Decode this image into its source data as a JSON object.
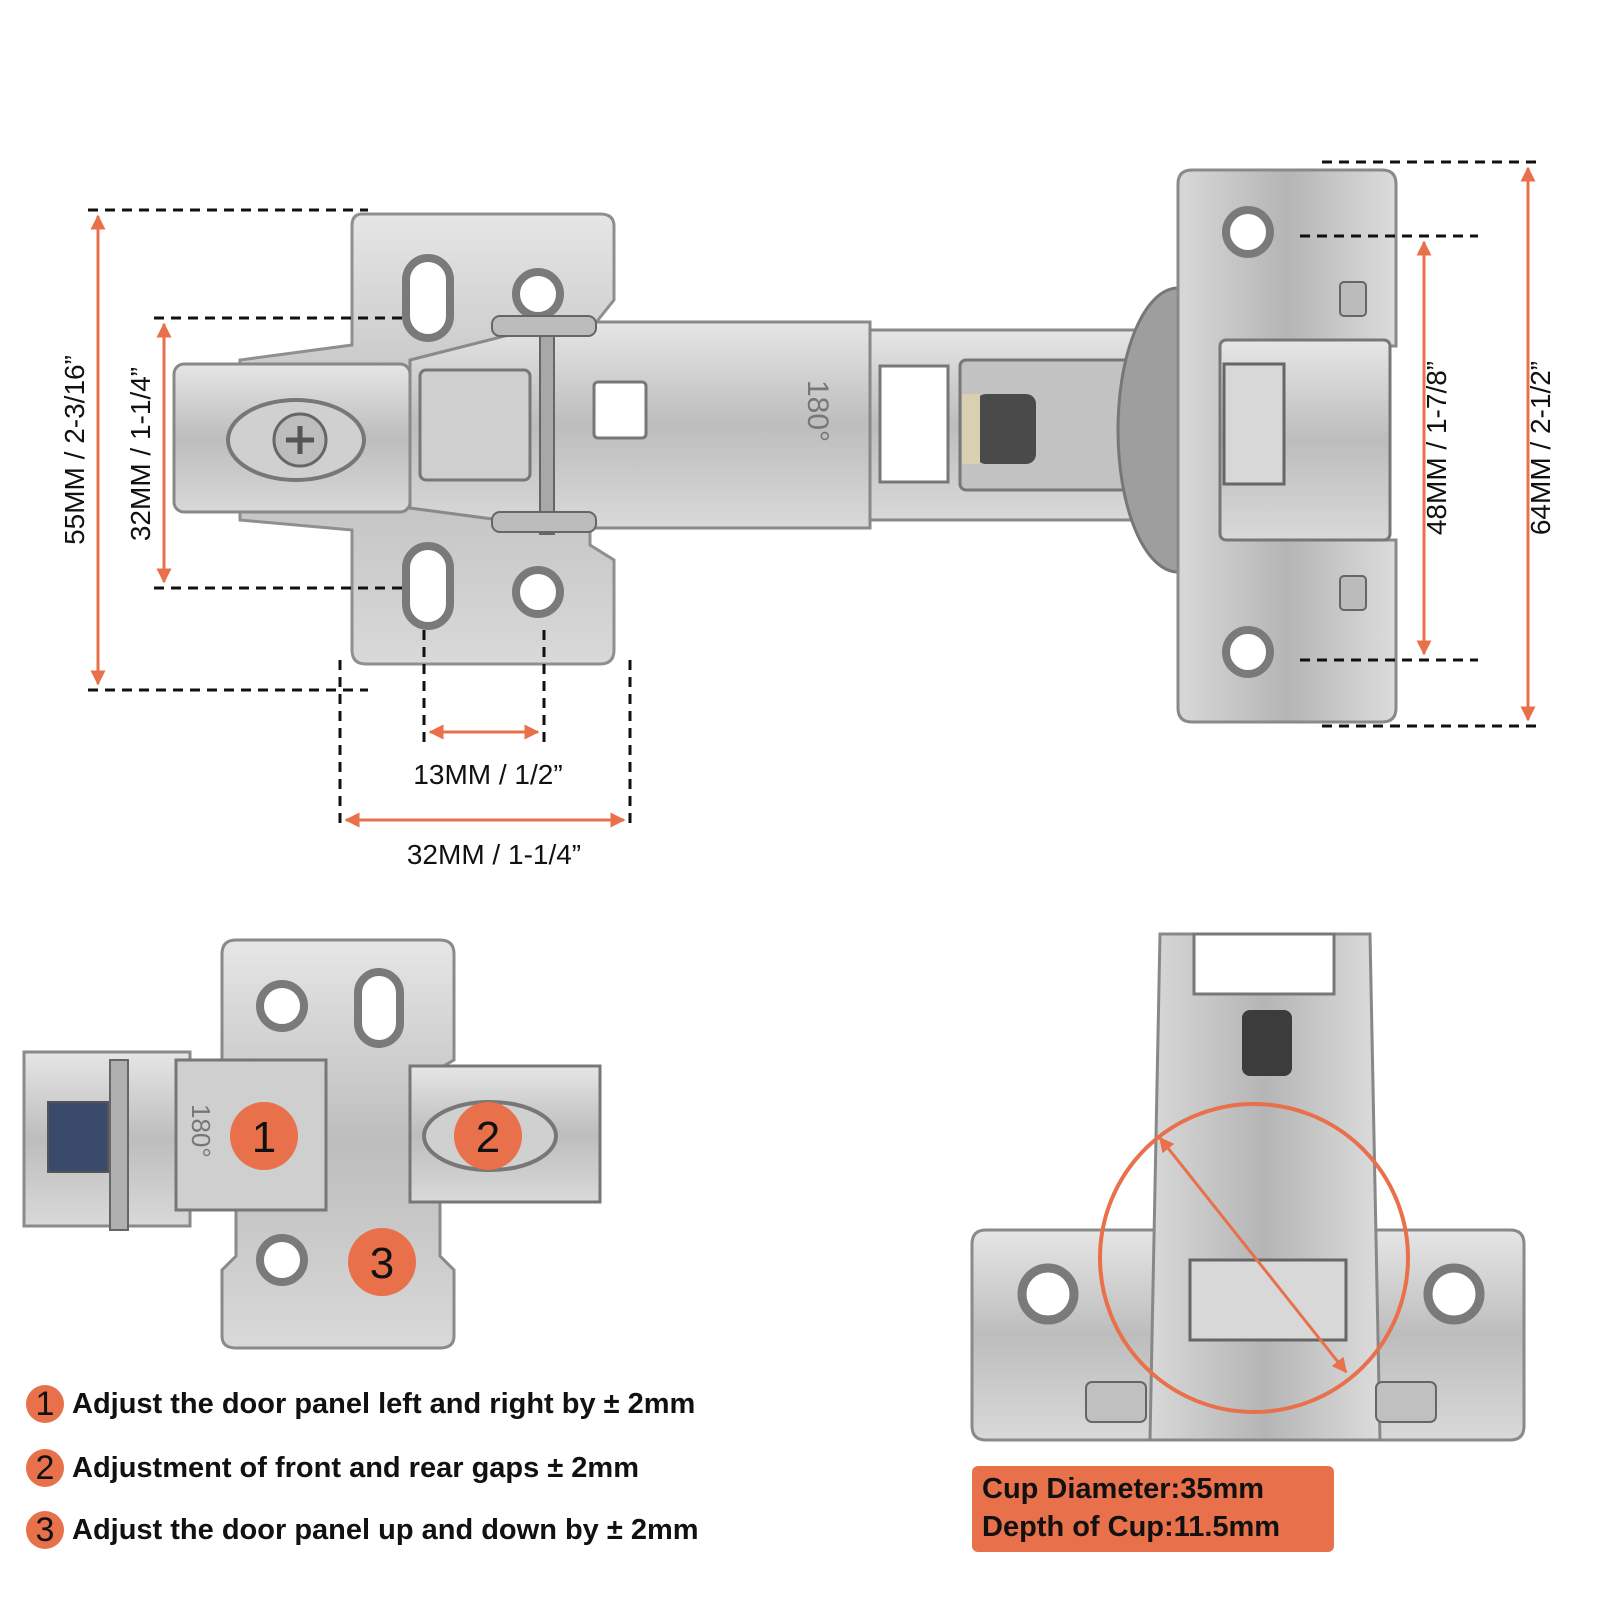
{
  "colors": {
    "accent": "#e8704a",
    "metal": "#c9c9c9",
    "metal_dark": "#8f8f8f",
    "dash": "#111111"
  },
  "dimensions": {
    "height_55": "55MM / 2-3/16”",
    "height_32": "32MM / 1-1/4”",
    "hole_spacing_13": "13MM / 1/2”",
    "width_32": "32MM / 1-1/4”",
    "plate_48": "48MM / 1-7/8”",
    "plate_64": "64MM / 2-1/2”"
  },
  "arm_marking": "180°",
  "adjustments": [
    {
      "number": "1",
      "text": "Adjust the door panel left and right by ± 2mm"
    },
    {
      "number": "2",
      "text": "Adjustment of front and rear gaps ± 2mm"
    },
    {
      "number": "3",
      "text": "Adjust the door panel up and down by ± 2mm"
    }
  ],
  "cup_info": {
    "diameter": "Cup Diameter:35mm",
    "depth": "Depth of Cup:11.5mm"
  }
}
